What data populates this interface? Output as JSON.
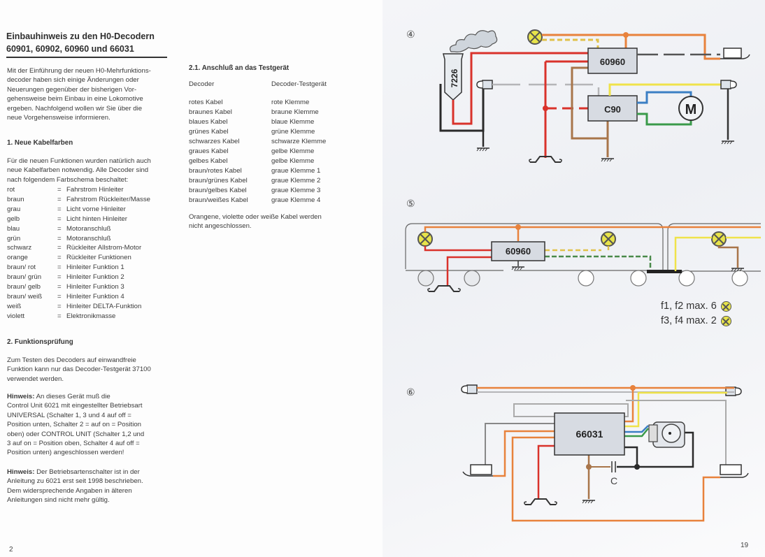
{
  "left_page": {
    "title_line1": "Einbauhinweis zu den H0-Decodern",
    "title_line2": "60901, 60902, 60960 und 66031",
    "intro": [
      "Mit der Einführung der neuen  H0-Mehrfunktions-",
      "decoder haben sich einige Änderungen oder",
      "Neuerungen gegenüber der bisherigen Vor-",
      "gehensweise beim Einbau in eine Lokomotive",
      "ergeben. Nachfolgend wollen wir Sie über die",
      "neue Vorgehensweise informieren."
    ],
    "section1_heading": "1. Neue Kabelfarben",
    "section1_text": [
      "Für die neuen Funktionen wurden natürlich auch",
      "neue Kabelfarben notwendig. Alle Decoder sind",
      "nach folgendem Farbschema beschaltet:"
    ],
    "color_scheme": [
      {
        "color": "rot",
        "eq": "=",
        "meaning": "Fahrstrom Hinleiter"
      },
      {
        "color": "braun",
        "eq": "=",
        "meaning": "Fahrstrom Rückleiter/Masse"
      },
      {
        "color": "grau",
        "eq": "=",
        "meaning": "Licht vorne Hinleiter"
      },
      {
        "color": "gelb",
        "eq": "=",
        "meaning": "Licht hinten Hinleiter"
      },
      {
        "color": "blau",
        "eq": "=",
        "meaning": "Motoranschluß"
      },
      {
        "color": "grün",
        "eq": "=",
        "meaning": "Motoranschluß"
      },
      {
        "color": "schwarz",
        "eq": "=",
        "meaning": "Rückleiter Allstrom-Motor"
      },
      {
        "color": "orange",
        "eq": "=",
        "meaning": "Rückleiter Funktionen"
      },
      {
        "color": "braun/ rot",
        "eq": "=",
        "meaning": "Hinleiter Funktion 1"
      },
      {
        "color": "braun/ grün",
        "eq": "=",
        "meaning": "Hinleiter Funktion 2"
      },
      {
        "color": "braun/ gelb",
        "eq": "=",
        "meaning": "Hinleiter Funktion 3"
      },
      {
        "color": "braun/ weiß",
        "eq": "=",
        "meaning": "Hinleiter Funktion 4"
      },
      {
        "color": "weiß",
        "eq": "=",
        "meaning": "Hinleiter DELTA-Funktion"
      },
      {
        "color": "violett",
        "eq": "=",
        "meaning": "Elektronikmasse"
      }
    ],
    "section2_heading": "2. Funktionsprüfung",
    "section2_text": [
      "Zum Testen des Decoders auf einwandfreie",
      "Funktion kann nur das Decoder-Testgerät 37100",
      "verwendet werden."
    ],
    "note1_label": "Hinweis:",
    "note1_first": " An dieses Gerät muß die",
    "note1_rest": [
      "Control Unit 6021 mit eingestellter Betriebsart",
      "UNIVERSAL (Schalter 1, 3 und 4 auf off =",
      "Position unten, Schalter 2 = auf on = Position",
      "oben) oder CONTROL UNIT (Schalter 1,2 und",
      "3 auf on = Position oben, Schalter 4 auf off =",
      "Position unten) angeschlossen werden!"
    ],
    "note2_label": "Hinweis:",
    "note2_first": " Der Betriebsartenschalter ist in der",
    "note2_rest": [
      "Anleitung zu 6021 erst seit 1998 beschrieben.",
      "Dem widersprechende Angaben in älteren",
      "Anleitungen sind nicht mehr gültig."
    ],
    "page_number": "2"
  },
  "middle_column": {
    "heading": "2.1. Anschluß an das Testgerät",
    "col_decoder": "Decoder",
    "col_tester": "Decoder-Testgerät",
    "rows": [
      {
        "decoder": "rotes Kabel",
        "tester": "rote Klemme"
      },
      {
        "decoder": "braunes Kabel",
        "tester": "braune Klemme"
      },
      {
        "decoder": "blaues Kabel",
        "tester": "blaue Klemme"
      },
      {
        "decoder": "grünes Kabel",
        "tester": "grüne Klemme"
      },
      {
        "decoder": "schwarzes Kabel",
        "tester": "schwarze Klemme"
      },
      {
        "decoder": "graues Kabel",
        "tester": "gelbe Klemme"
      },
      {
        "decoder": "gelbes Kabel",
        "tester": "gelbe Klemme"
      },
      {
        "decoder": "braun/rotes Kabel",
        "tester": "graue Klemme 1"
      },
      {
        "decoder": "braun/grünes Kabel",
        "tester": "graue Klemme 2"
      },
      {
        "decoder": "braun/gelbes Kabel",
        "tester": "graue Klemme 3"
      },
      {
        "decoder": "braun/weißes Kabel",
        "tester": "graue Klemme 4"
      }
    ],
    "footer": [
      "Orangene, violette oder weiße Kabel werden",
      "nicht angeschlossen."
    ]
  },
  "right_page": {
    "diagram4": {
      "label": "④",
      "smoke_generator": "7226",
      "decoder": "60960",
      "motor_module": "C90",
      "motor": "M"
    },
    "diagram5": {
      "label": "⑤",
      "decoder": "60960"
    },
    "legend": [
      {
        "text": "f1, f2 max. 6",
        "icon": "lamp-icon"
      },
      {
        "text": "f3, f4 max. 2",
        "icon": "lamp-icon"
      }
    ],
    "diagram6": {
      "label": "⑥",
      "decoder": "66031",
      "capacitor": "C"
    },
    "page_number": "19"
  },
  "wire_colors": {
    "red": "#d9322b",
    "orange": "#e8823c",
    "brown": "#a8754a",
    "yellow": "#efe34a",
    "grey": "#b5b5b8",
    "blue": "#3b7fc4",
    "green": "#3a9a4a",
    "black": "#2a2a2a",
    "box_fill": "#d7dbe2",
    "lamp_fill": "#e8e44a"
  }
}
